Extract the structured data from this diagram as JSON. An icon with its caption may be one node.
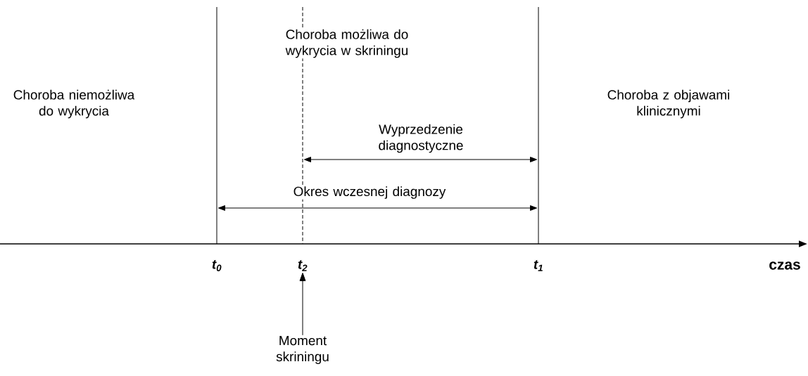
{
  "diagram": {
    "nodes": [
      {
        "text": [
          "t$_{2}$"
        ]
      },
      {
        "text": [
          "Moment skriningu"
        ]
      }
    ],
    "edges": [
      {
        "from": 1,
        "to": 0,
        "arrow": "to"
      }
    ],
    "labels": [
      "Choroba możliwa do wykrycia w skriningu",
      "Choroba niemożliwa do wykrycia",
      "Choroba z objawami klinicznymi",
      "Wyprzedzenie diagnostyczne",
      "Okres wczesnej diagnozy",
      "t$_{0}$",
      "t$_{1}$",
      "czas"
    ]
  }
}
